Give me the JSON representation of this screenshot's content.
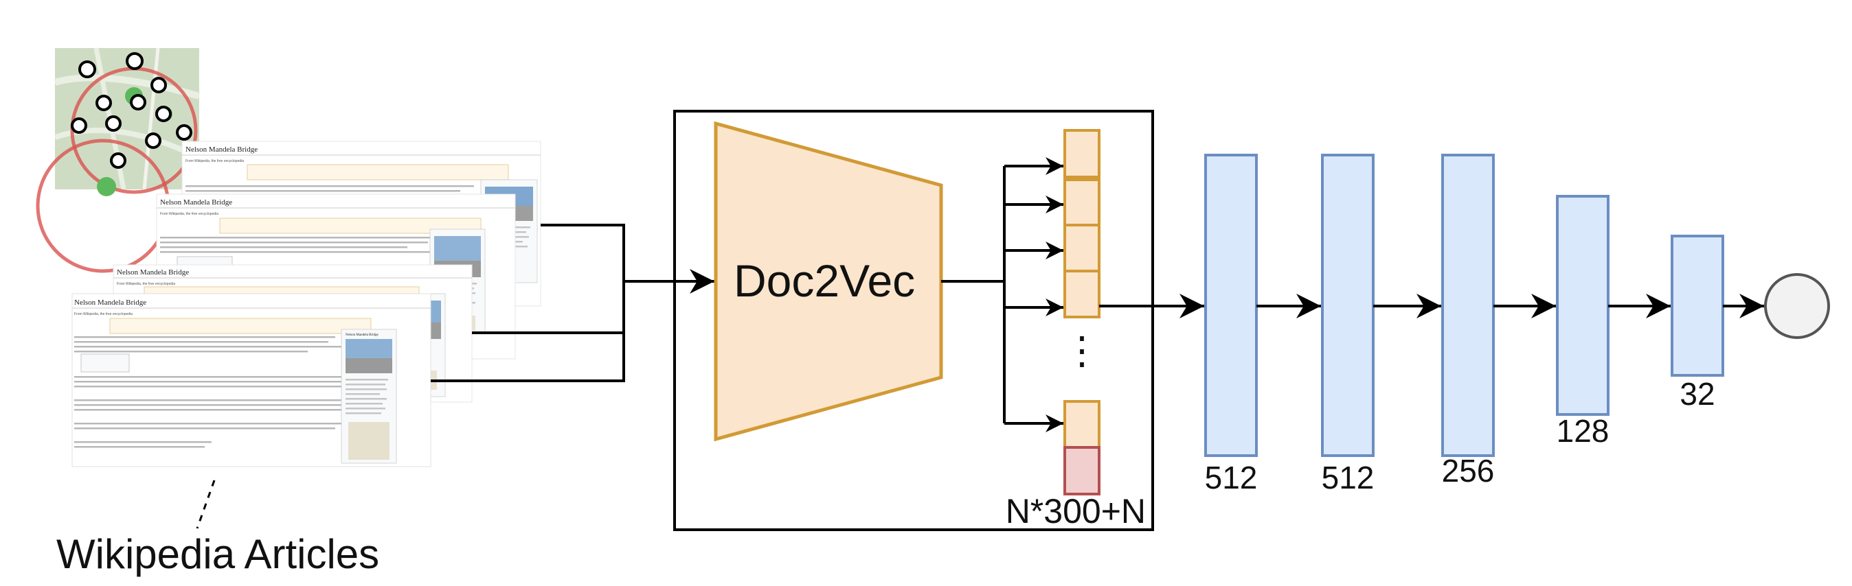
{
  "model_label": "Doc2Vec",
  "embedding_size_label": "N*300+N",
  "articles_label": "Wikipedia Articles",
  "article_titles": [
    "Nelson Mandela Bridge",
    "Nelson Mandela Bridge",
    "Nelson Mandela Bridge",
    "Nelson Mandela Bridge"
  ],
  "article_subtitle": "From Wikipedia, the free encyclopedia",
  "infobox_title": "Nelson Mandela Bridge",
  "layers": [
    {
      "units": "512"
    },
    {
      "units": "512"
    },
    {
      "units": "256"
    },
    {
      "units": "128"
    },
    {
      "units": "32"
    }
  ],
  "vector_ellipsis": "⋮",
  "colors": {
    "encoder_fill": "#fbe5cd",
    "encoder_stroke": "#d29a35",
    "embed_fill": "#fbe5cd",
    "embed_stroke": "#d29a35",
    "extra_fill": "#f2cfcf",
    "extra_stroke": "#b45050",
    "layer_fill": "#dae8fb",
    "layer_stroke": "#6b8ec2",
    "output_fill": "#f2f2f2",
    "output_stroke": "#555555"
  },
  "icons": [
    "map-thumbnail",
    "article-stack"
  ]
}
